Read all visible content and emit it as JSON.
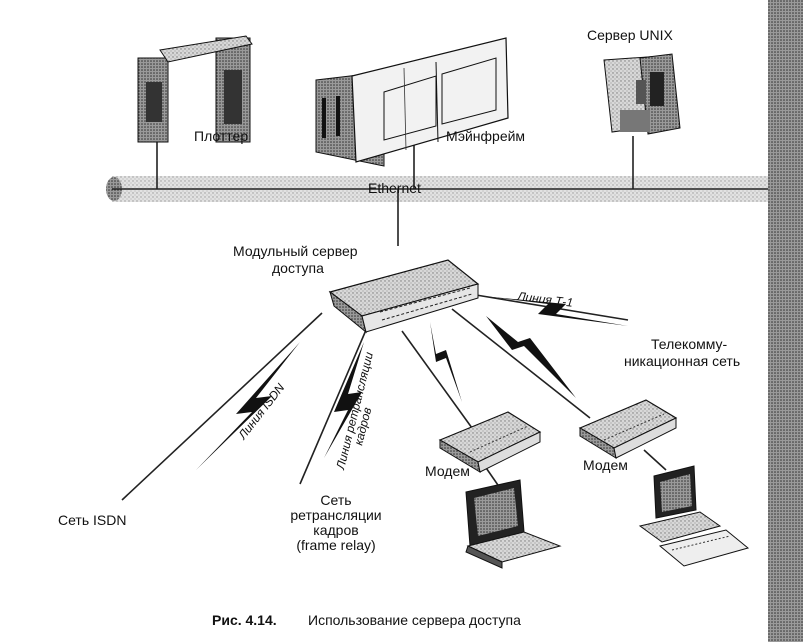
{
  "nodes": {
    "plotter": "Плоттер",
    "mainframe": "Мэйнфрейм",
    "unix_server": "Сервер UNIX",
    "ethernet": "Ethernet",
    "access_server": [
      "Модульный сервер",
      "доступа"
    ],
    "telecom_network": [
      "Телекомму-",
      "никационная сеть"
    ],
    "isdn_network": "Сеть ISDN",
    "frame_relay_network": [
      "Сеть",
      "ретрансляции",
      "кадров",
      "(frame relay)"
    ],
    "modem_left": "Модем",
    "modem_right": "Модем"
  },
  "links": {
    "t1_line": "Линия Т-1",
    "isdn_line": "Линия ISDN",
    "frame_relay_line": [
      "Линия ретрансляции",
      "кадров"
    ]
  },
  "caption": {
    "number": "Рис. 4.14.",
    "text": "Использование сервера доступа"
  }
}
